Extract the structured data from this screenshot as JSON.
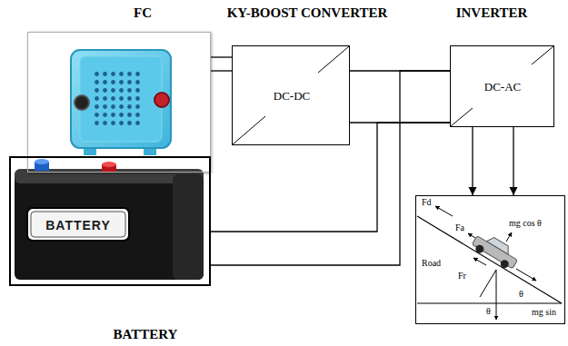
{
  "diagram": {
    "nodes": [
      {
        "text": [
          "FC"
        ]
      },
      {
        "text": [
          "KY-BOOST CONVERTER",
          "DC-DC"
        ]
      },
      {
        "text": [
          "INVERTER",
          "DC-AC"
        ]
      },
      {
        "text": [
          "BATTERY",
          "BATTERY"
        ]
      },
      {
        "text": [
          "Fd",
          "mg cos θ",
          "Fa",
          "Road",
          "Fr",
          "θ",
          "θ",
          "mg sin"
        ]
      }
    ],
    "edges": [
      {
        "from": 0,
        "to": 1,
        "arrow": "none"
      },
      {
        "from": 0,
        "to": 1,
        "arrow": "none"
      },
      {
        "from": 1,
        "to": 2,
        "arrow": "none"
      },
      {
        "from": 1,
        "to": 2,
        "arrow": "none"
      },
      {
        "from": 3,
        "to": 2,
        "arrow": "none"
      },
      {
        "from": 3,
        "to": 2,
        "arrow": "none"
      },
      {
        "from": 2,
        "to": 4,
        "arrow": "to"
      },
      {
        "from": 2,
        "to": 4,
        "arrow": "to"
      }
    ]
  }
}
